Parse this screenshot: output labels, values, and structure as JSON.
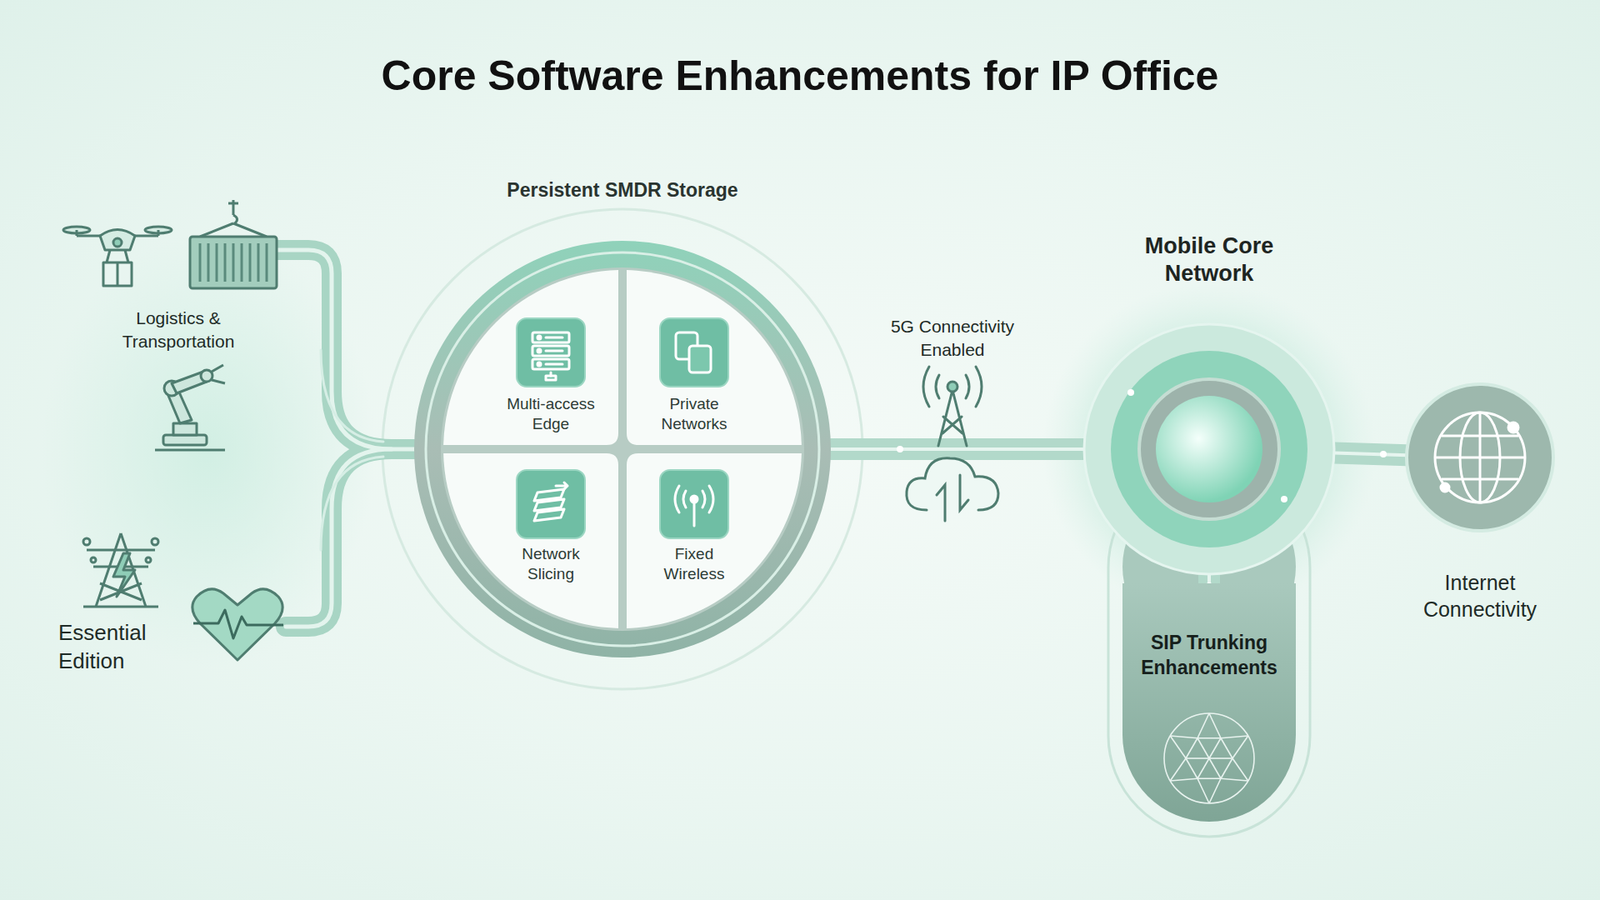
{
  "diagram": {
    "title": "Core Software Enhancements for IP Office",
    "nodes": [
      {
        "text": [
          "Persistent SMDR Storage"
        ]
      },
      {
        "text": [
          "Multi-access Edge"
        ],
        "in": 0
      },
      {
        "text": [
          "Private Networks"
        ],
        "in": 0
      },
      {
        "text": [
          "Network Slicing"
        ],
        "in": 0
      },
      {
        "text": [
          "Fixed Wireless"
        ],
        "in": 0
      },
      {
        "text": [
          "Mobile Core Network"
        ]
      },
      {
        "text": [
          "SIP Trunking Enhancements"
        ]
      },
      {
        "text": [
          "Internet Connectivity"
        ]
      }
    ],
    "edges": [
      {
        "from": 0,
        "to": 5,
        "arrow": "none"
      },
      {
        "from": 5,
        "to": 7,
        "arrow": "none"
      },
      {
        "from": 5,
        "to": 6,
        "arrow": "none"
      }
    ],
    "labels": [
      "Logistics & Transportation",
      "5G Connectivity Enabled",
      "Essential Edition"
    ]
  }
}
